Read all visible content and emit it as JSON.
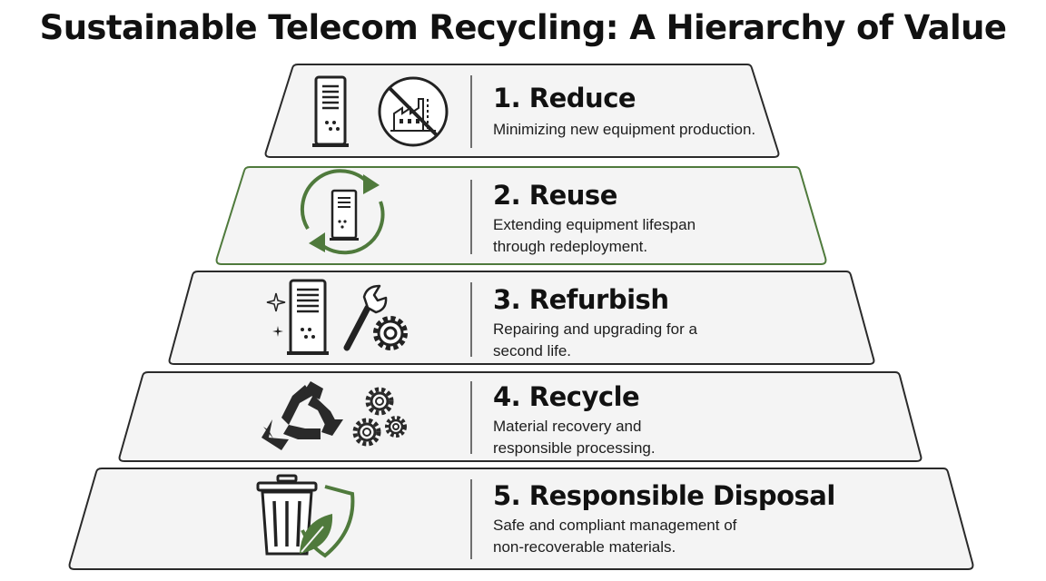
{
  "title": "Sustainable Telecom Recycling: A Hierarchy of Value",
  "colors": {
    "accent_green": "#4f7a3c",
    "tier_fill": "#f4f4f4",
    "tier_border": "#2a2a2a",
    "icon_dark": "#222222"
  },
  "tiers": [
    {
      "heading": "1. Reduce",
      "description": "Minimizing new equipment production.",
      "icons": [
        "server-icon",
        "no-factory-icon"
      ]
    },
    {
      "heading": "2. Reuse",
      "description": "Extending equipment lifespan through redeployment.",
      "icons": [
        "reuse-cycle-icon",
        "server-icon"
      ]
    },
    {
      "heading": "3. Refurbish",
      "description": "Repairing and upgrading for a second life.",
      "icons": [
        "sparkle-icon",
        "server-icon",
        "wrench-icon",
        "gear-icon"
      ]
    },
    {
      "heading": "4. Recycle",
      "description": "Material recovery and responsible processing.",
      "icons": [
        "recycle-icon",
        "gears-icon"
      ]
    },
    {
      "heading": "5. Responsible Disposal",
      "description": "Safe and compliant management of non-recoverable materials.",
      "icons": [
        "trash-can-icon",
        "shield-leaf-icon"
      ]
    }
  ]
}
